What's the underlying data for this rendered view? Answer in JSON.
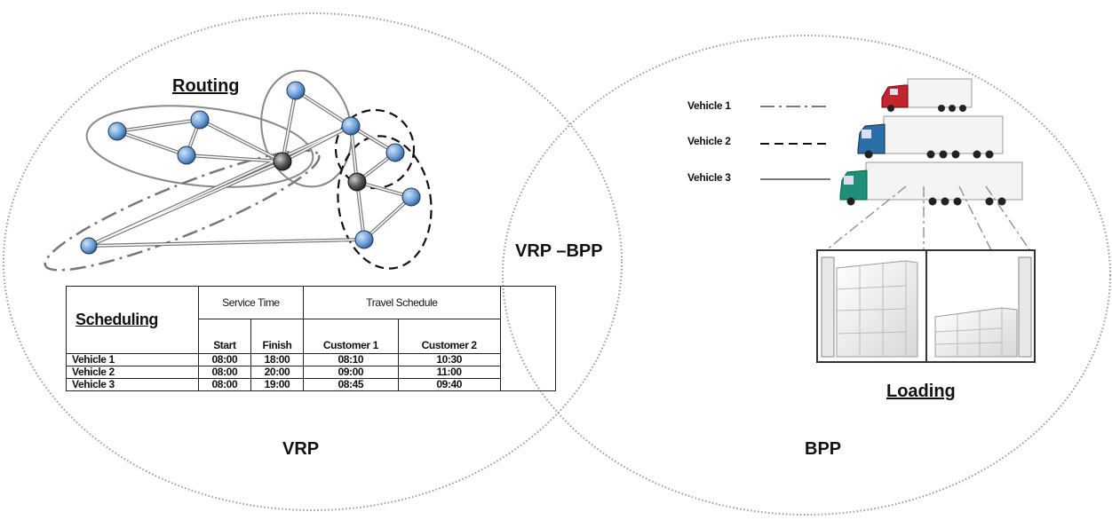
{
  "labels": {
    "routing": "Routing",
    "scheduling": "Scheduling",
    "loading": "Loading",
    "vrp": "VRP",
    "bpp": "BPP",
    "overlap": "VRP –BPP"
  },
  "table": {
    "group_service": "Service Time",
    "group_travel": "Travel Schedule",
    "columns": [
      "Start",
      "Finish",
      "Customer 1",
      "Customer 2"
    ],
    "rows": [
      {
        "vehicle": "Vehicle 1",
        "start": "08:00",
        "finish": "18:00",
        "c1": "08:10",
        "c2": "10:30"
      },
      {
        "vehicle": "Vehicle 2",
        "start": "08:00",
        "finish": "20:00",
        "c1": "09:00",
        "c2": "11:00"
      },
      {
        "vehicle": "Vehicle 3",
        "start": "08:00",
        "finish": "19:00",
        "c1": "08:45",
        "c2": "09:40"
      }
    ]
  },
  "legend": [
    {
      "label": "Vehicle 1",
      "line": "dash-dot"
    },
    {
      "label": "Vehicle 2",
      "line": "dashed"
    },
    {
      "label": "Vehicle 3",
      "line": "solid"
    }
  ],
  "colors": {
    "node": "#6f9fd8",
    "depot": "#555555",
    "truck1_cab": "#c0262b",
    "truck2_cab": "#2c6fa8",
    "truck3_cab": "#1f8f7a"
  }
}
